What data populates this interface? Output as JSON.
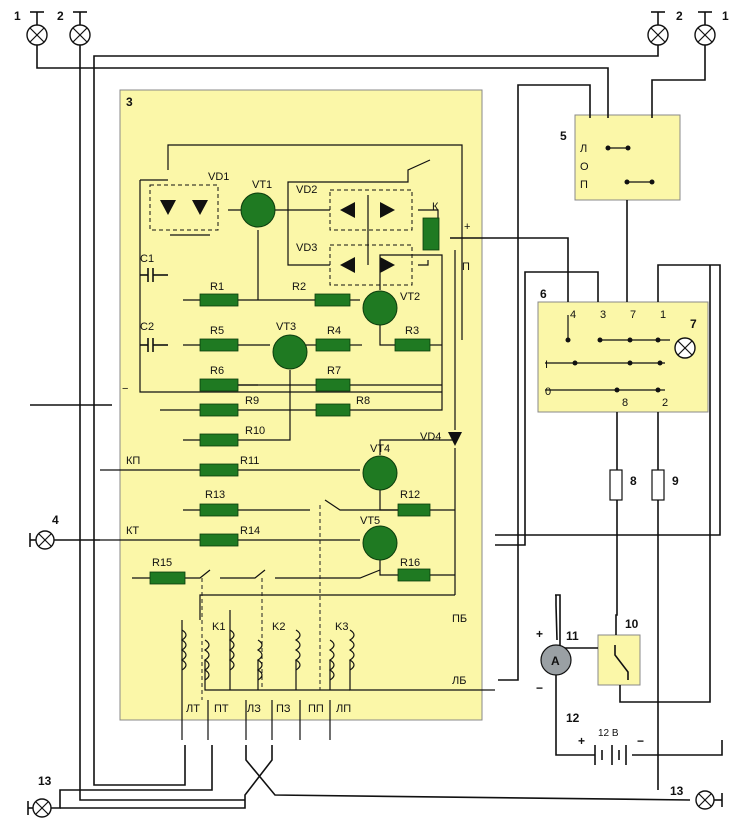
{
  "labels": {
    "lamp1_tl": "1",
    "lamp2_tl": "2",
    "lamp2_tr": "2",
    "lamp1_tr": "1",
    "block3": "3",
    "lamp4": "4",
    "switch5": "5",
    "switch6": "6",
    "lamp7": "7",
    "fuse8": "8",
    "fuse9": "9",
    "relay10": "10",
    "ammeter11": "11",
    "battery12": "12",
    "battery_voltage": "12 В",
    "lamp13_bl": "13",
    "lamp13_br": "13",
    "ammeter_symbol": "A",
    "plus_ammeter": "+",
    "minus_ammeter": "−",
    "plus_battery": "+",
    "minus_battery": "−"
  },
  "components": {
    "VD1": "VD1",
    "VT1": "VT1",
    "VD2": "VD2",
    "VD3": "VD3",
    "K": "К",
    "plus_term": "+",
    "P_term": "П",
    "C1": "C1",
    "C2": "C2",
    "R1": "R1",
    "R2": "R2",
    "VT2": "VT2",
    "R5": "R5",
    "VT3": "VT3",
    "R4": "R4",
    "R3": "R3",
    "R6": "R6",
    "R7": "R7",
    "minus_term": "−",
    "R9": "R9",
    "R8": "R8",
    "R10": "R10",
    "VD4": "VD4",
    "KP": "КП",
    "R11": "R11",
    "VT4": "VT4",
    "R13": "R13",
    "R12": "R12",
    "KT": "КТ",
    "R14": "R14",
    "VT5": "VT5",
    "R15": "R15",
    "R16": "R16",
    "PB": "ПБ",
    "LB": "ЛБ",
    "K1": "K1",
    "K2": "K2",
    "K3": "K3",
    "LT": "ЛТ",
    "PT": "ПТ",
    "LZ": "ЛЗ",
    "PZ": "ПЗ",
    "PP": "ПП",
    "LP": "ЛП"
  },
  "switch5_positions": [
    "Л",
    "О",
    "П"
  ],
  "switch6": {
    "top_pins": [
      "4",
      "3",
      "7",
      "1"
    ],
    "positions": [
      "I",
      "0"
    ],
    "bottom_pins": [
      "8",
      "2"
    ]
  },
  "colors": {
    "block_fill": "#fbf7a8",
    "component_green": "#1f7a22",
    "wire": "#111111"
  }
}
